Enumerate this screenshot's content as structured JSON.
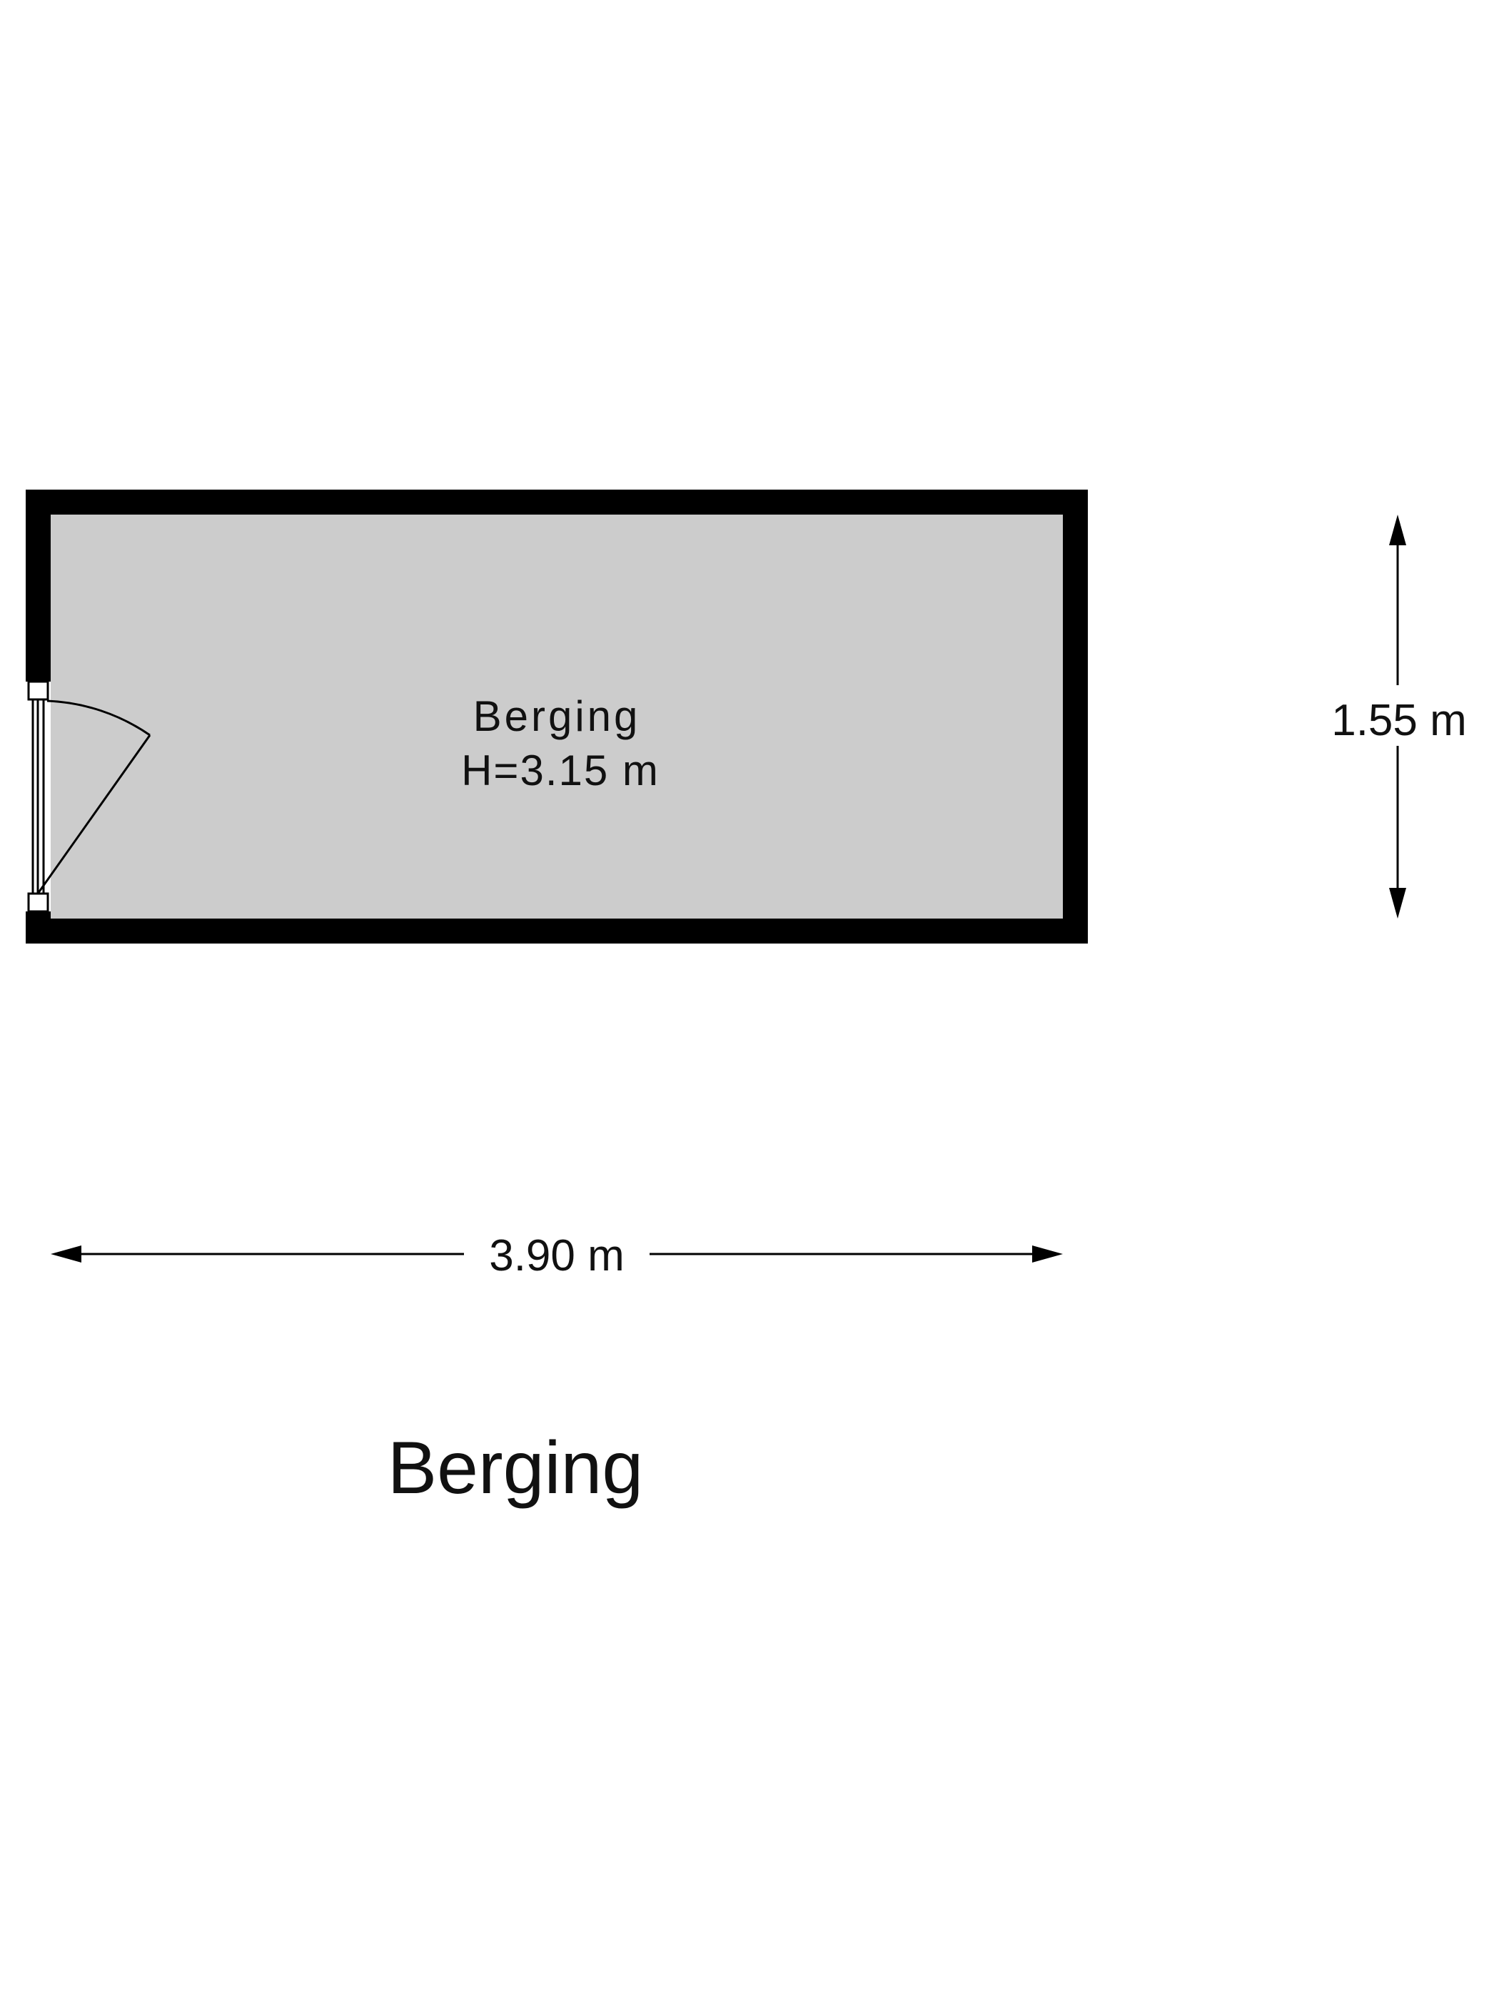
{
  "room": {
    "name": "Berging",
    "height_label": "H=3.15 m",
    "fill_color": "#cccccc",
    "wall_color": "#000000"
  },
  "dimensions": {
    "width_label": "3.90 m",
    "depth_label": "1.55 m"
  },
  "floor_title": "Berging",
  "icons": {
    "door": "door-swing-icon",
    "arrow": "arrowhead-icon"
  }
}
